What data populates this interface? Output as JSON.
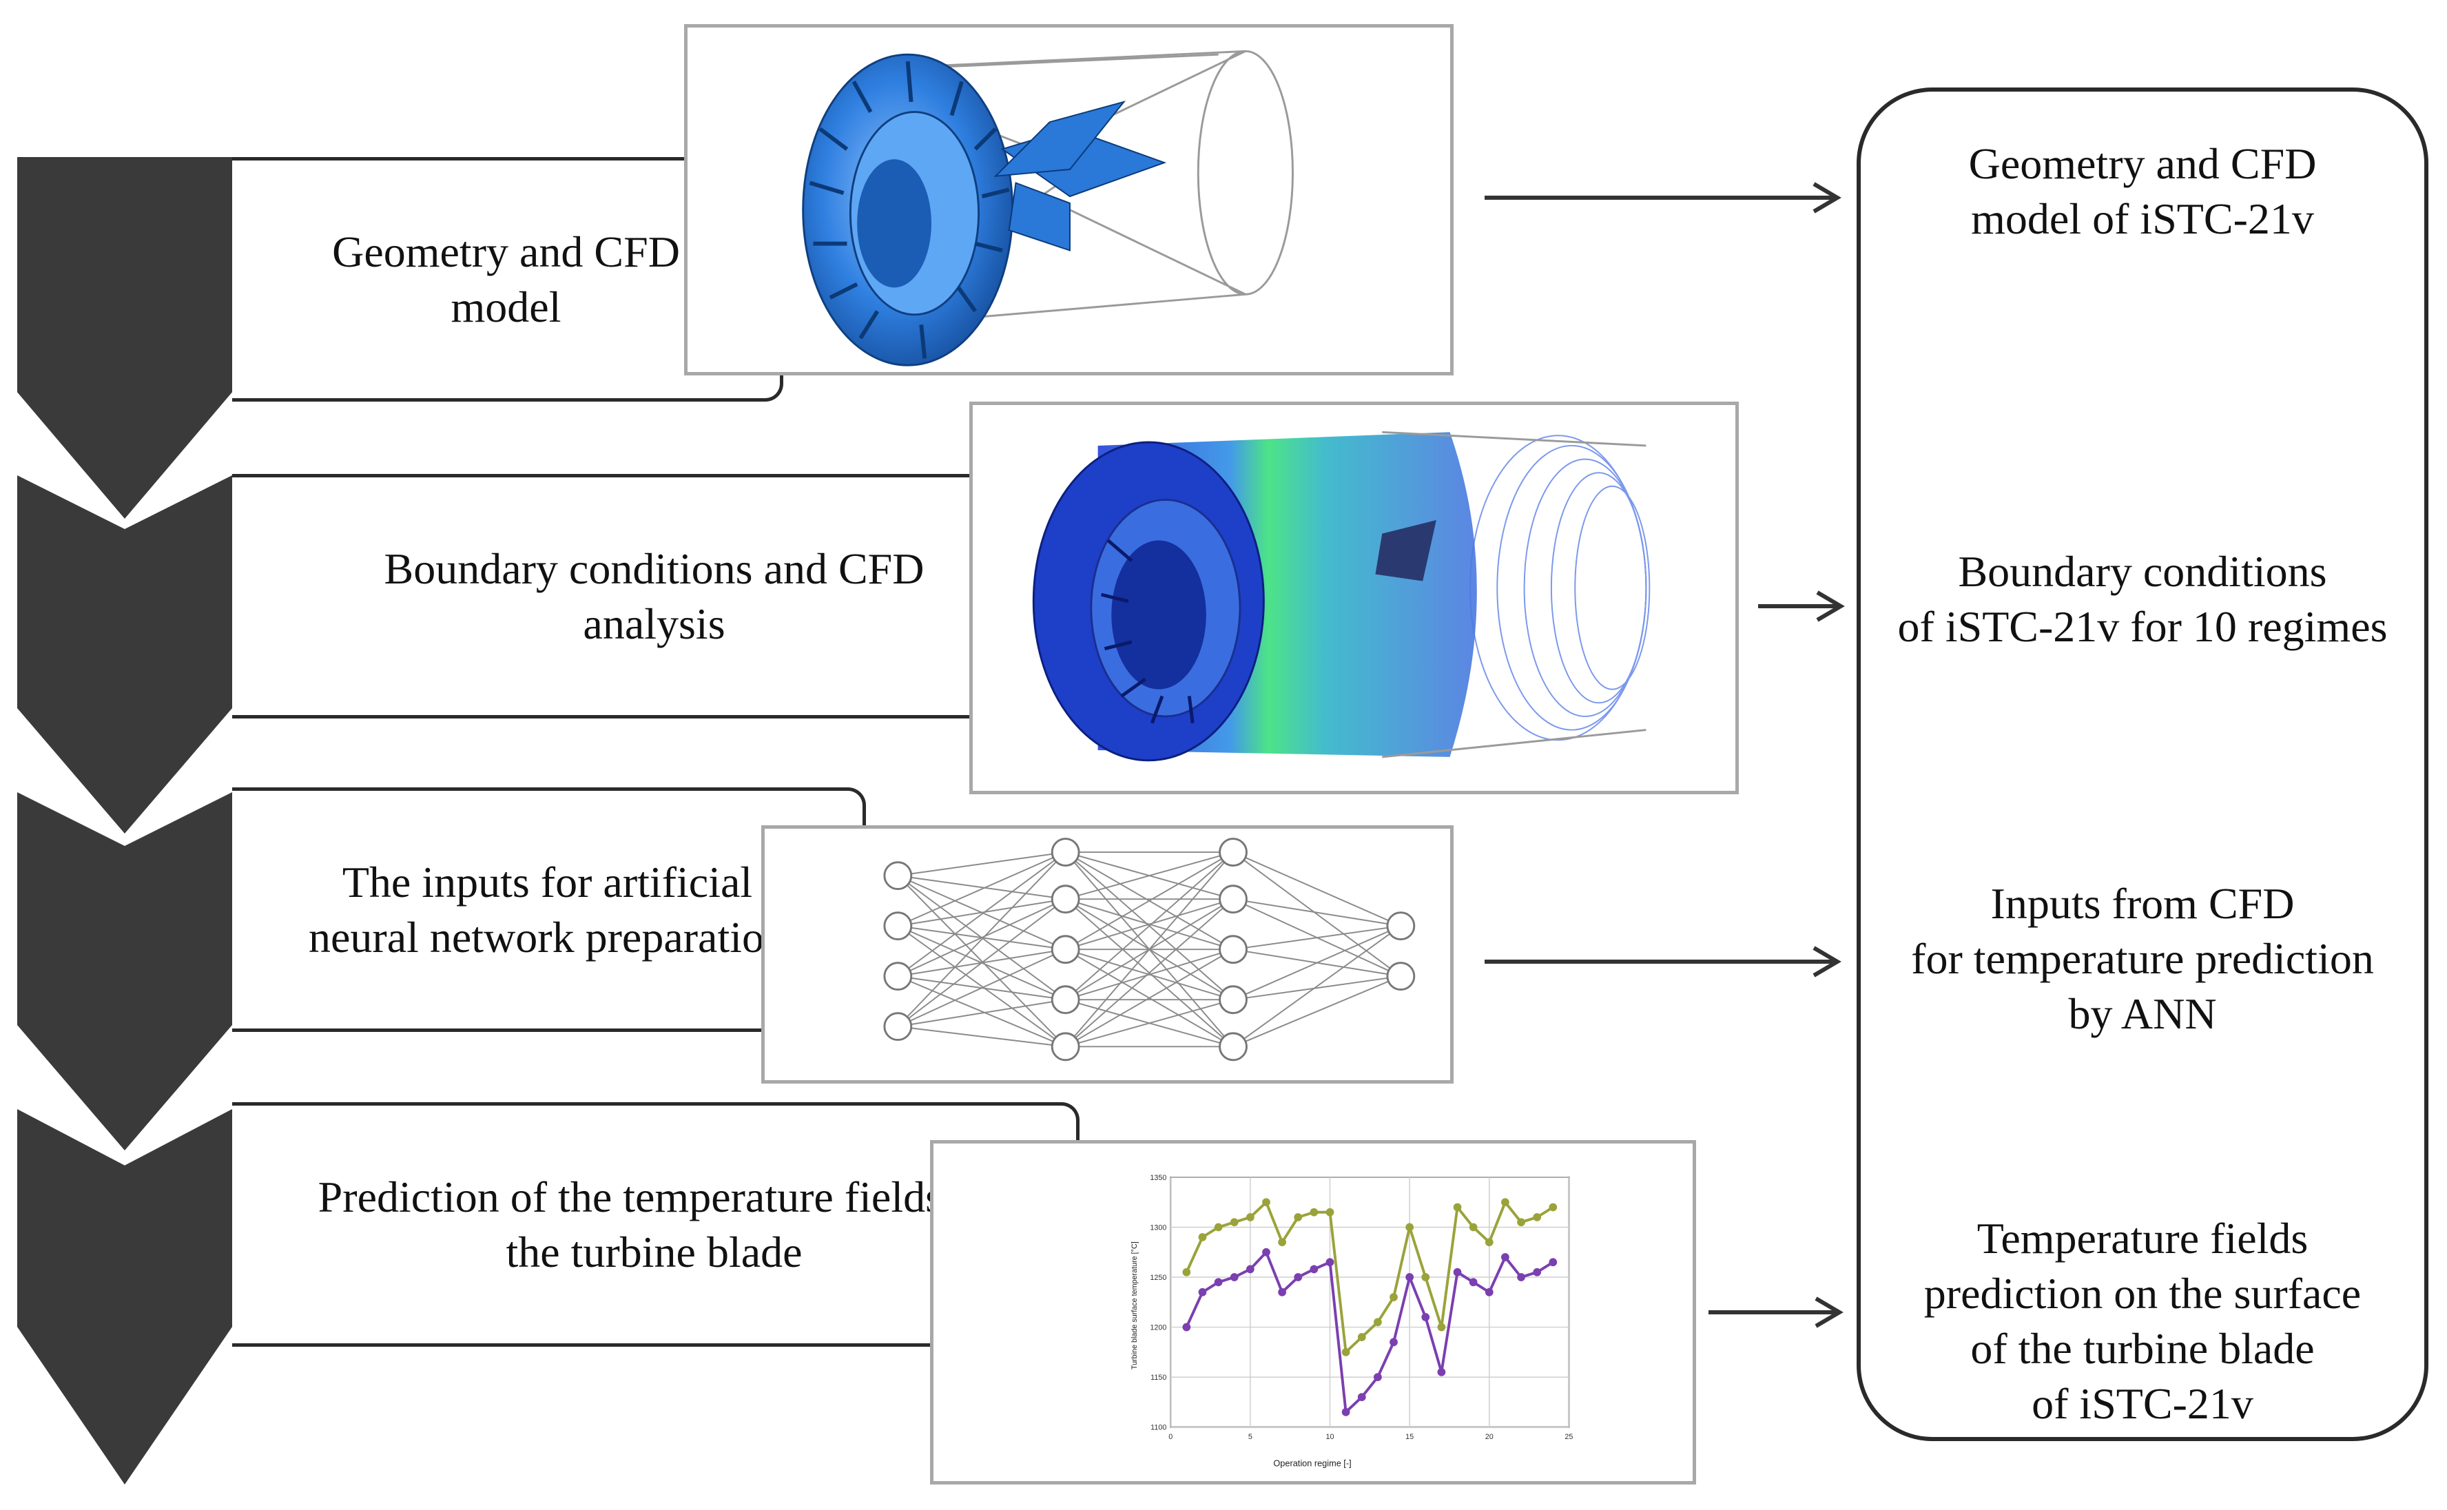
{
  "steps": [
    {
      "label": "Geometry and CFD\nmodel"
    },
    {
      "label": "Boundary conditions and CFD\nanalysis"
    },
    {
      "label": "The inputs for artificial\nneural network preparation"
    },
    {
      "label": "Prediction of the temperature fields of\nthe turbine blade"
    }
  ],
  "outputs": [
    {
      "label": "Geometry and CFD\nmodel of iSTC-21v"
    },
    {
      "label": "Boundary conditions\nof iSTC-21v for 10 regimes"
    },
    {
      "label": "Inputs from CFD\nfor  temperature prediction\nby ANN"
    },
    {
      "label": "Temperature fields\nprediction on the surface\nof the turbine blade\nof iSTC-21v"
    }
  ],
  "colors": {
    "chevron": "#3a3a3a",
    "geometry_blue": "#2f7fe0",
    "series_upper": "#9aa33a",
    "series_lower": "#7b3fb0"
  },
  "chart_data": {
    "type": "line",
    "xlabel": "Operation regime [-]",
    "ylabel": "Turbine blade surface temperature [°C]",
    "xlim": [
      0,
      25
    ],
    "ylim": [
      1100,
      1350
    ],
    "x_ticks": [
      "0",
      "5",
      "10",
      "15",
      "20",
      "25"
    ],
    "y_ticks": [
      "1100",
      "1150",
      "1200",
      "1250",
      "1300",
      "1350"
    ],
    "grid": true,
    "x": [
      1,
      2,
      3,
      4,
      5,
      6,
      7,
      8,
      9,
      10,
      11,
      12,
      13,
      14,
      15,
      16,
      17,
      18,
      19,
      20,
      21,
      22,
      23,
      24
    ],
    "series": [
      {
        "values": [
          1255,
          1290,
          1300,
          1305,
          1310,
          1325,
          1285,
          1310,
          1315,
          1315,
          1175,
          1190,
          1205,
          1230,
          1300,
          1250,
          1200,
          1320,
          1300,
          1285,
          1325,
          1305,
          1310,
          1320
        ]
      },
      {
        "values": [
          1200,
          1235,
          1245,
          1250,
          1258,
          1275,
          1235,
          1250,
          1258,
          1265,
          1115,
          1130,
          1150,
          1185,
          1250,
          1210,
          1155,
          1255,
          1245,
          1235,
          1270,
          1250,
          1255,
          1265
        ]
      }
    ]
  }
}
